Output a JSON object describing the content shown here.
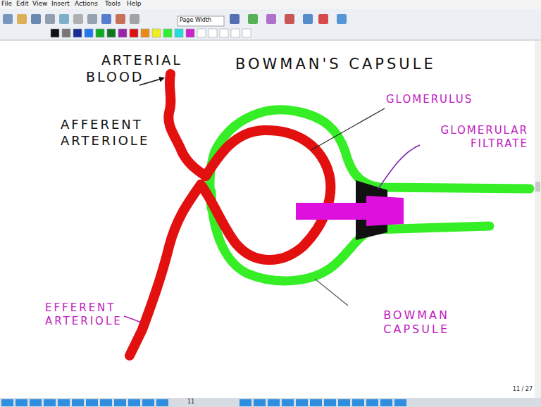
{
  "diagram": {
    "title": "BOWMAN'S CAPSULE",
    "labels": [
      "File",
      "Edit",
      "View",
      "Insert",
      "Actions",
      "Tools",
      "Help",
      "Page Width",
      "ARTERIAL BLOOD",
      "AFFERENT ARTERIOLE",
      "GLOMERULUS",
      "GLOMERULAR FILTRATE",
      "BOWMAN CAPSULE",
      "EFFERENT ARTERIOLE",
      "11",
      "11 / 27"
    ]
  }
}
